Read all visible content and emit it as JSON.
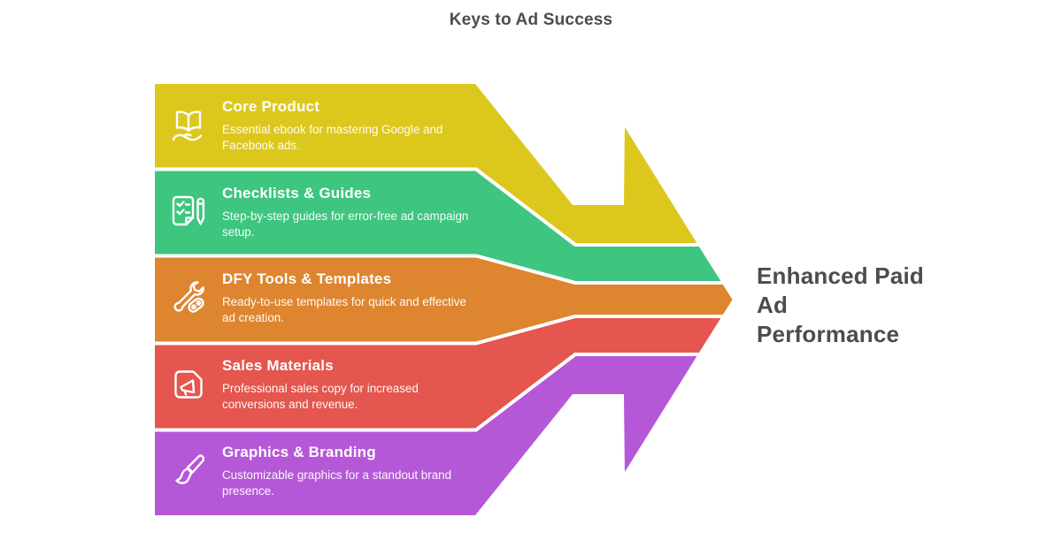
{
  "header": {
    "title": "Keys to Ad Success"
  },
  "outcome": {
    "label": "Enhanced Paid Ad Performance"
  },
  "colors": {
    "heading_text": "#4c4c4c",
    "band_text": "#ffffff",
    "yellow": "#dcc81c",
    "green": "#3ec57f",
    "orange": "#de8530",
    "red": "#e4564e",
    "purple": "#b558d8"
  },
  "bands": [
    {
      "icon": "book-on-hand-icon",
      "title": "Core Product",
      "description": "Essential ebook for mastering Google and Facebook ads.",
      "color": "#dcc81c"
    },
    {
      "icon": "checklist-pen-icon",
      "title": "Checklists & Guides",
      "description": "Step-by-step guides for error-free ad campaign setup.",
      "color": "#3ec57f"
    },
    {
      "icon": "wrench-tools-icon",
      "title": "DFY Tools & Templates",
      "description": "Ready-to-use templates for quick and effective ad creation.",
      "color": "#de8530"
    },
    {
      "icon": "megaphone-document-icon",
      "title": "Sales Materials",
      "description": "Professional sales copy for increased conversions and revenue.",
      "color": "#e4564e"
    },
    {
      "icon": "paintbrush-icon",
      "title": "Graphics & Branding",
      "description": "Customizable graphics for a standout brand presence.",
      "color": "#b558d8"
    }
  ]
}
